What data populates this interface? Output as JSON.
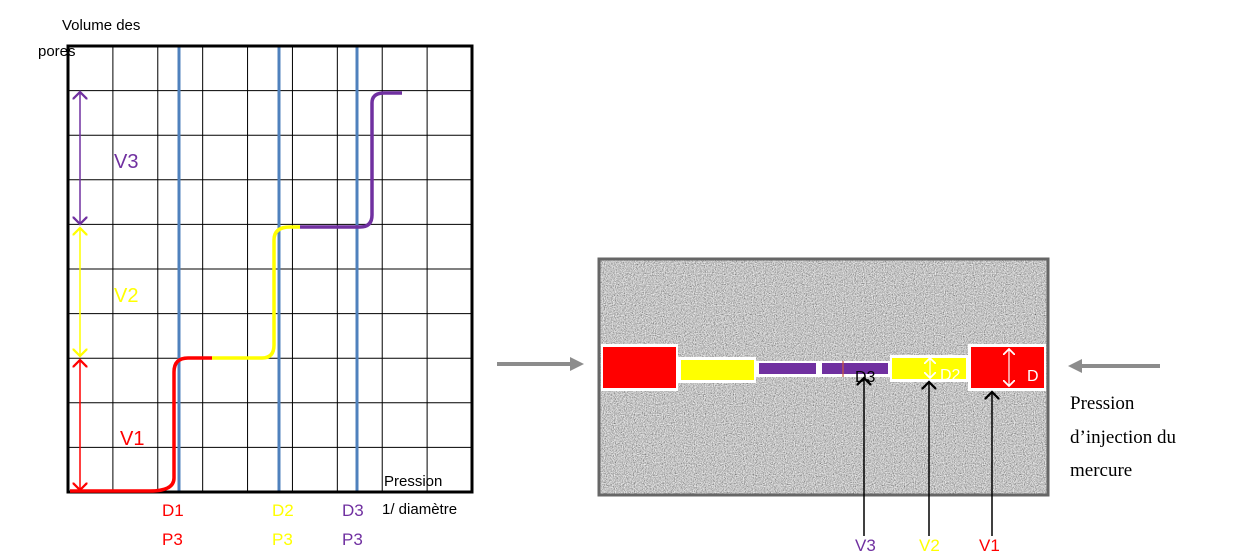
{
  "graph": {
    "y_axis_label_line1": "Volume des",
    "y_axis_label_line2": "pores",
    "x_axis_label_pression": "Pression",
    "x_axis_label_diametre": "1/ diamètre",
    "volume_labels": [
      {
        "text": "V3",
        "color": "#7030a0"
      },
      {
        "text": "V2",
        "color": "#ffff00"
      },
      {
        "text": "V1",
        "color": "#ff0000"
      }
    ],
    "threshold_labels": [
      {
        "d": "D1",
        "p": "P3",
        "color": "#ff0000"
      },
      {
        "d": "D2",
        "p": "P3",
        "color": "#ffff00"
      },
      {
        "d": "D3",
        "p": "P3",
        "color": "#7030a0"
      }
    ],
    "threshold_line_color": "#4f81bd"
  },
  "sample": {
    "pore_labels": [
      {
        "text": "D3",
        "color": "#000000"
      },
      {
        "text": "D2",
        "color": "#ffffff"
      },
      {
        "text": "D",
        "color": "#ffffff"
      }
    ],
    "pressure_label_line1": "Pression",
    "pressure_label_line2": "d’injection du",
    "pressure_label_line3": "mercure",
    "bottom_labels": [
      {
        "text": "V3",
        "color": "#7030a0"
      },
      {
        "text": "V2",
        "color": "#ffff00"
      },
      {
        "text": "V1",
        "color": "#ff0000"
      }
    ]
  },
  "colors": {
    "red": "#ff0000",
    "yellow": "#ffff00",
    "purple": "#7030a0",
    "grey_arrow": "#8c8c8c"
  }
}
